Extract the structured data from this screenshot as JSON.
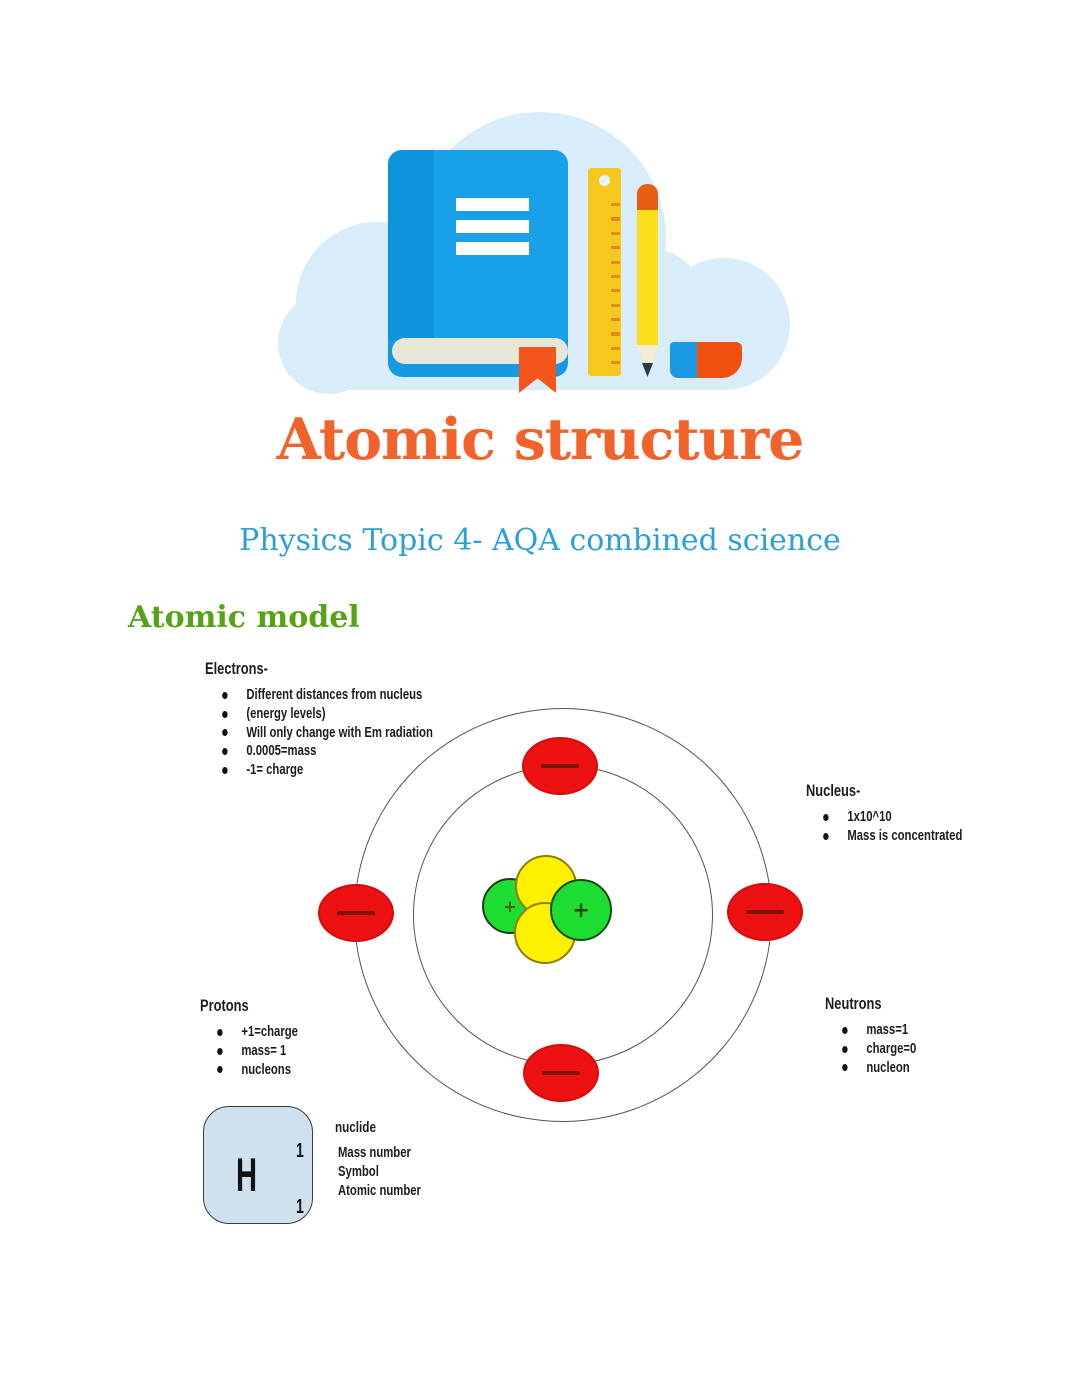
{
  "page": {
    "background": "#ffffff"
  },
  "hero": {
    "illustration": "book-ruler-pencil-eraser-on-cloud",
    "colors": {
      "cloud": "#d8ecf9",
      "book": "#18a0e8",
      "book_spine": "#0e93dd",
      "pages": "#e8e6d7",
      "bookmark": "#f4551c",
      "ruler": "#f6c81d",
      "ruler_ticks": "#e8861c",
      "pencil_body": "#fbdf1b",
      "pencil_cap": "#e95d12",
      "pencil_wood": "#f3ecd9",
      "pencil_lead": "#2b3947",
      "eraser_blue": "#1b98e2",
      "eraser_orange": "#ef500f"
    }
  },
  "header": {
    "title": "Atomic structure",
    "title_color": "#f2632b",
    "subtitle": "Physics Topic 4- AQA combined science",
    "subtitle_color": "#2d9fd8"
  },
  "section": {
    "heading": "Atomic model",
    "heading_color": "#56a317"
  },
  "diagram": {
    "electrons": {
      "label": "Electrons-",
      "bullets": [
        "Different distances from nucleus",
        "(energy levels)",
        "Will only change with Em radiation",
        "0.0005=mass",
        "-1= charge"
      ]
    },
    "nucleus": {
      "label": "Nucleus-",
      "bullets": [
        "1x10^10",
        "Mass is concentrated"
      ]
    },
    "protons": {
      "label": "Protons",
      "bullets": [
        "+1=charge",
        "mass= 1",
        "nucleons"
      ]
    },
    "neutrons": {
      "label": "Neutrons",
      "bullets": [
        "mass=1",
        "charge=0",
        "nucleon"
      ]
    },
    "particle_symbols": {
      "electron": "−",
      "proton": "+"
    },
    "colors": {
      "electron": "#ee1111",
      "proton_green": "#1ddd33",
      "neutron_yellow": "#fdf000"
    },
    "nuclide": {
      "label": "nuclide",
      "symbol": "H",
      "mass_number": "1",
      "atomic_number": "1",
      "legend": [
        "Mass number",
        "Symbol",
        "Atomic number"
      ]
    }
  }
}
